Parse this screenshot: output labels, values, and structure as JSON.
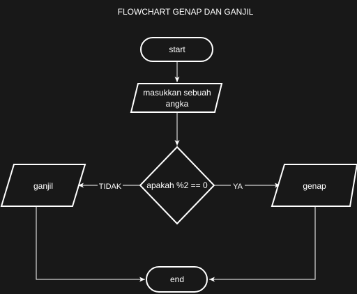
{
  "diagram": {
    "title": "FLOWCHART GENAP DAN GANJIL",
    "colors": {
      "background": "#181818",
      "stroke": "#ffffff",
      "fill": "#181818",
      "text": "#ffffff"
    },
    "nodes": {
      "start": {
        "label": "start",
        "shape": "terminator"
      },
      "input": {
        "line1": "masukkan sebuah",
        "line2": "angka",
        "shape": "parallelogram"
      },
      "decision": {
        "label": "apakah %2 == 0",
        "shape": "diamond"
      },
      "genap": {
        "label": "genap",
        "shape": "parallelogram"
      },
      "ganjil": {
        "label": "ganjil",
        "shape": "parallelogram"
      },
      "end": {
        "label": "end",
        "shape": "terminator"
      }
    },
    "edges": {
      "yes_label": "YA",
      "no_label": "TIDAK"
    }
  }
}
